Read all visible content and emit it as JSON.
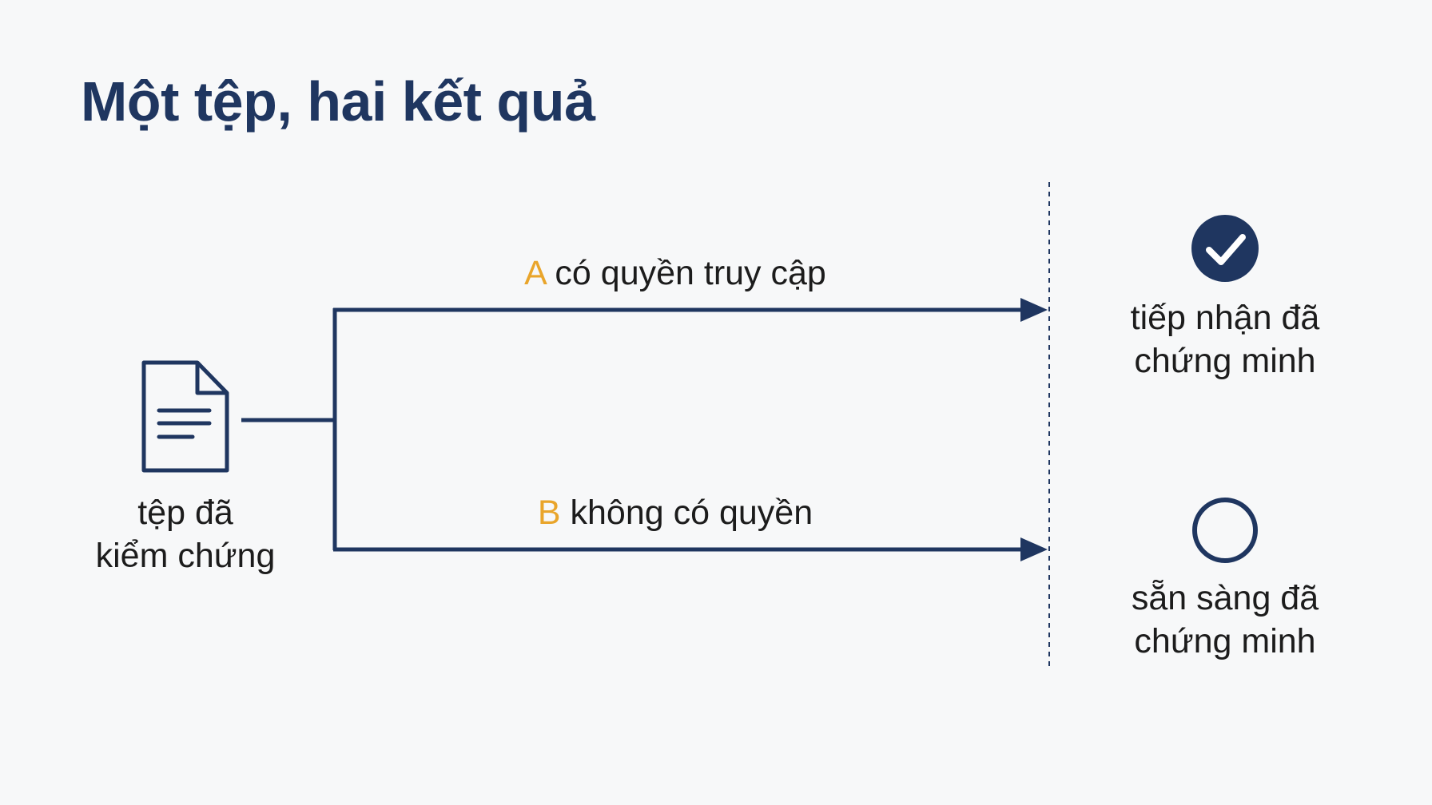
{
  "title": "Một tệp, hai kết quả",
  "source": {
    "label_line1": "tệp đã",
    "label_line2": "kiểm chứng",
    "icon": "document-icon"
  },
  "branches": [
    {
      "letter": "A",
      "text": "có quyền truy cập"
    },
    {
      "letter": "B",
      "text": "không có quyền"
    }
  ],
  "outcomes": [
    {
      "line1": "tiếp nhận đã",
      "line2": "chứng minh",
      "icon": "check-circle-filled-icon"
    },
    {
      "line1": "sẵn sàng đã",
      "line2": "chứng minh",
      "icon": "circle-outline-icon"
    }
  ],
  "colors": {
    "navy": "#1f3660",
    "accent": "#e9a52b",
    "text": "#1c1c1c",
    "background": "#f7f8f9"
  }
}
